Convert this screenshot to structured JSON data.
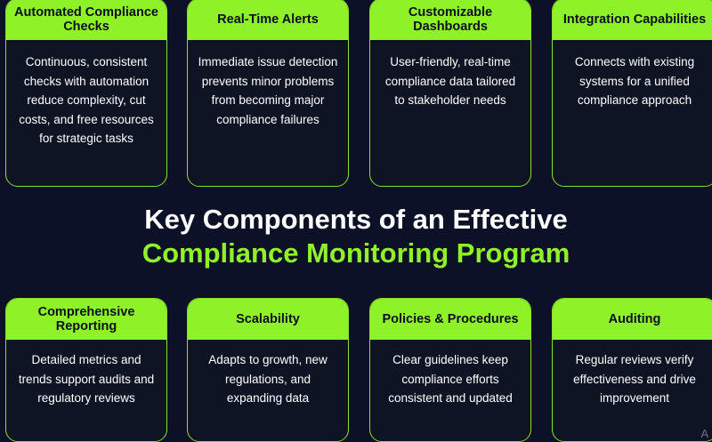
{
  "title_line_1": "Key Components of an Effective",
  "title_line_2": "Compliance Monitoring Program",
  "accent_color": "#8ff229",
  "background_color": "#0d1128",
  "top_cards": [
    {
      "heading": "Automated Compliance Checks",
      "body": "Continuous, consistent checks with automation reduce complexity, cut costs, and free resources for strategic tasks"
    },
    {
      "heading": "Real-Time Alerts",
      "body": "Immediate issue detection prevents minor problems from becoming major compliance failures"
    },
    {
      "heading": "Customizable Dashboards",
      "body": "User-friendly, real-time compliance data tailored to stakeholder needs"
    },
    {
      "heading": "Integration Capabilities",
      "body": "Connects with existing systems for a unified compliance approach"
    }
  ],
  "bottom_cards": [
    {
      "heading": "Comprehensive Reporting",
      "body": "Detailed metrics and trends support audits and regulatory reviews"
    },
    {
      "heading": "Scalability",
      "body": "Adapts to growth, new regulations, and expanding data"
    },
    {
      "heading": "Policies & Procedures",
      "body": "Clear guidelines keep compliance efforts consistent and updated"
    },
    {
      "heading": "Auditing",
      "body": "Regular reviews verify effectiveness and drive improvement"
    }
  ],
  "corner_mark": "A"
}
